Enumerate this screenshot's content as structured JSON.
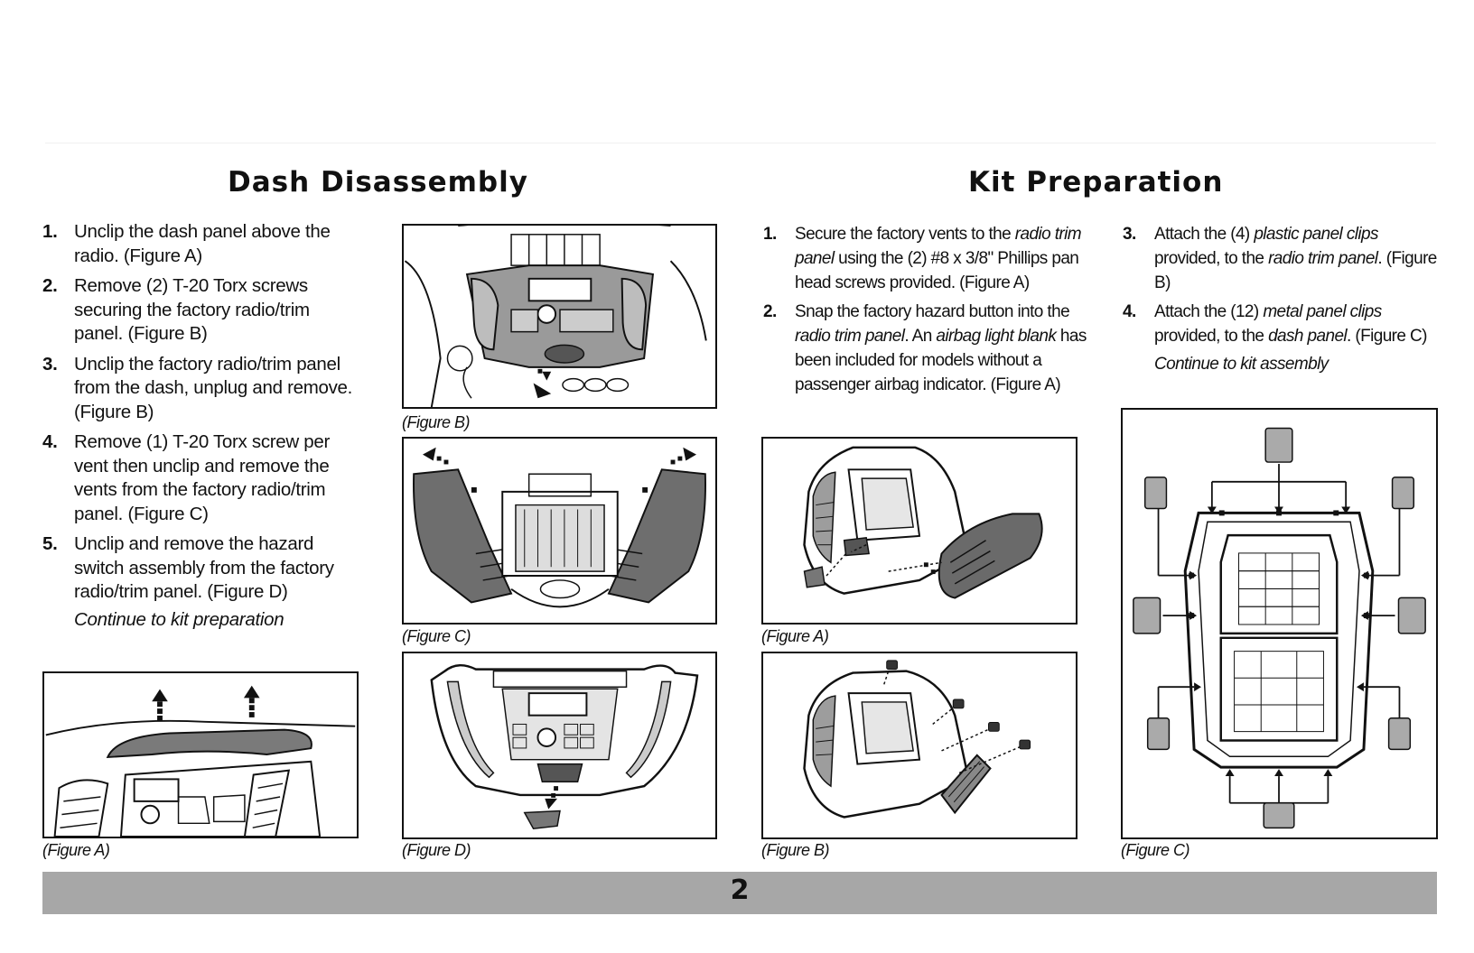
{
  "sections": {
    "dash": {
      "title": "Dash Disassembly",
      "steps": [
        {
          "num": "1.",
          "text": "Unclip the dash panel above the radio. (Figure A)"
        },
        {
          "num": "2.",
          "text": "Remove (2) T-20 Torx screws securing the factory radio/trim panel. (Figure B)"
        },
        {
          "num": "3.",
          "text": "Unclip the factory radio/trim panel from the dash, unplug and remove. (Figure B)"
        },
        {
          "num": "4.",
          "text": "Remove (1) T-20 Torx screw per vent then unclip and remove the vents from the factory radio/trim panel. (Figure C)"
        },
        {
          "num": "5.",
          "text": "Unclip and remove the hazard switch assembly from the factory radio/trim panel. (Figure D)"
        }
      ],
      "continue": "Continue to kit preparation"
    },
    "kit": {
      "title": "Kit Preparation",
      "steps_left": [
        {
          "num": "1.",
          "text_a": "Secure the factory vents to the ",
          "em_a": "radio trim panel",
          "text_b": " using the (2) #8 x 3/8\" Phillips pan head screws provided. (Figure A)"
        },
        {
          "num": "2.",
          "text_a": "Snap the factory hazard button into the ",
          "em_a": "radio trim panel",
          "text_b": ". An ",
          "em_b": "airbag light blank",
          "text_c": " has been included for models without a passenger airbag indicator. (Figure A)"
        }
      ],
      "steps_right": [
        {
          "num": "3.",
          "text_a": "Attach the (4) ",
          "em_a": "plastic panel clips",
          "text_b": " provided, to the ",
          "em_b": "radio trim panel",
          "text_c": ". (Figure B)"
        },
        {
          "num": "4.",
          "text_a": "Attach the (12) ",
          "em_a": "metal panel clips",
          "text_b": " provided, to the ",
          "em_b": "dash panel",
          "text_c": ". (Figure C)"
        }
      ],
      "continue": "Continue to kit assembly"
    }
  },
  "captions": {
    "dash_fig_a": "(Figure A)",
    "dash_fig_b": "(Figure B)",
    "dash_fig_c": "(Figure C)",
    "dash_fig_d": "(Figure D)",
    "kit_fig_a": "(Figure A)",
    "kit_fig_b": "(Figure B)",
    "kit_fig_c": "(Figure C)"
  },
  "footer": {
    "page_number": "2",
    "bar_color": "#a7a7a7"
  }
}
